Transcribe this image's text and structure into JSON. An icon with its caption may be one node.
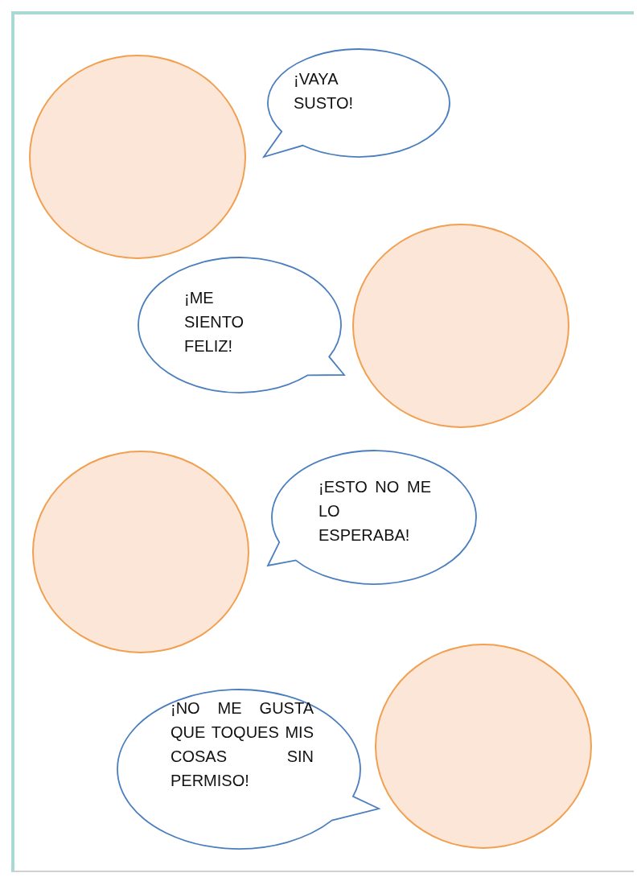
{
  "diagram": {
    "nodes": [
      {
        "text": [],
        "shape": "circle"
      },
      {
        "text": [
          "¡VAYA SUSTO!"
        ]
      },
      {
        "text": [
          "¡ME SIENTO FELIZ!"
        ]
      },
      {
        "text": [],
        "shape": "circle"
      },
      {
        "text": [],
        "shape": "circle"
      },
      {
        "text": [
          "¡ESTO NO ME LO ESPERABA!"
        ]
      },
      {
        "text": [
          "¡NO ME GUSTA QUE TOQUES MIS COSAS SIN PERMISO!"
        ]
      },
      {
        "text": [],
        "shape": "circle"
      }
    ]
  }
}
